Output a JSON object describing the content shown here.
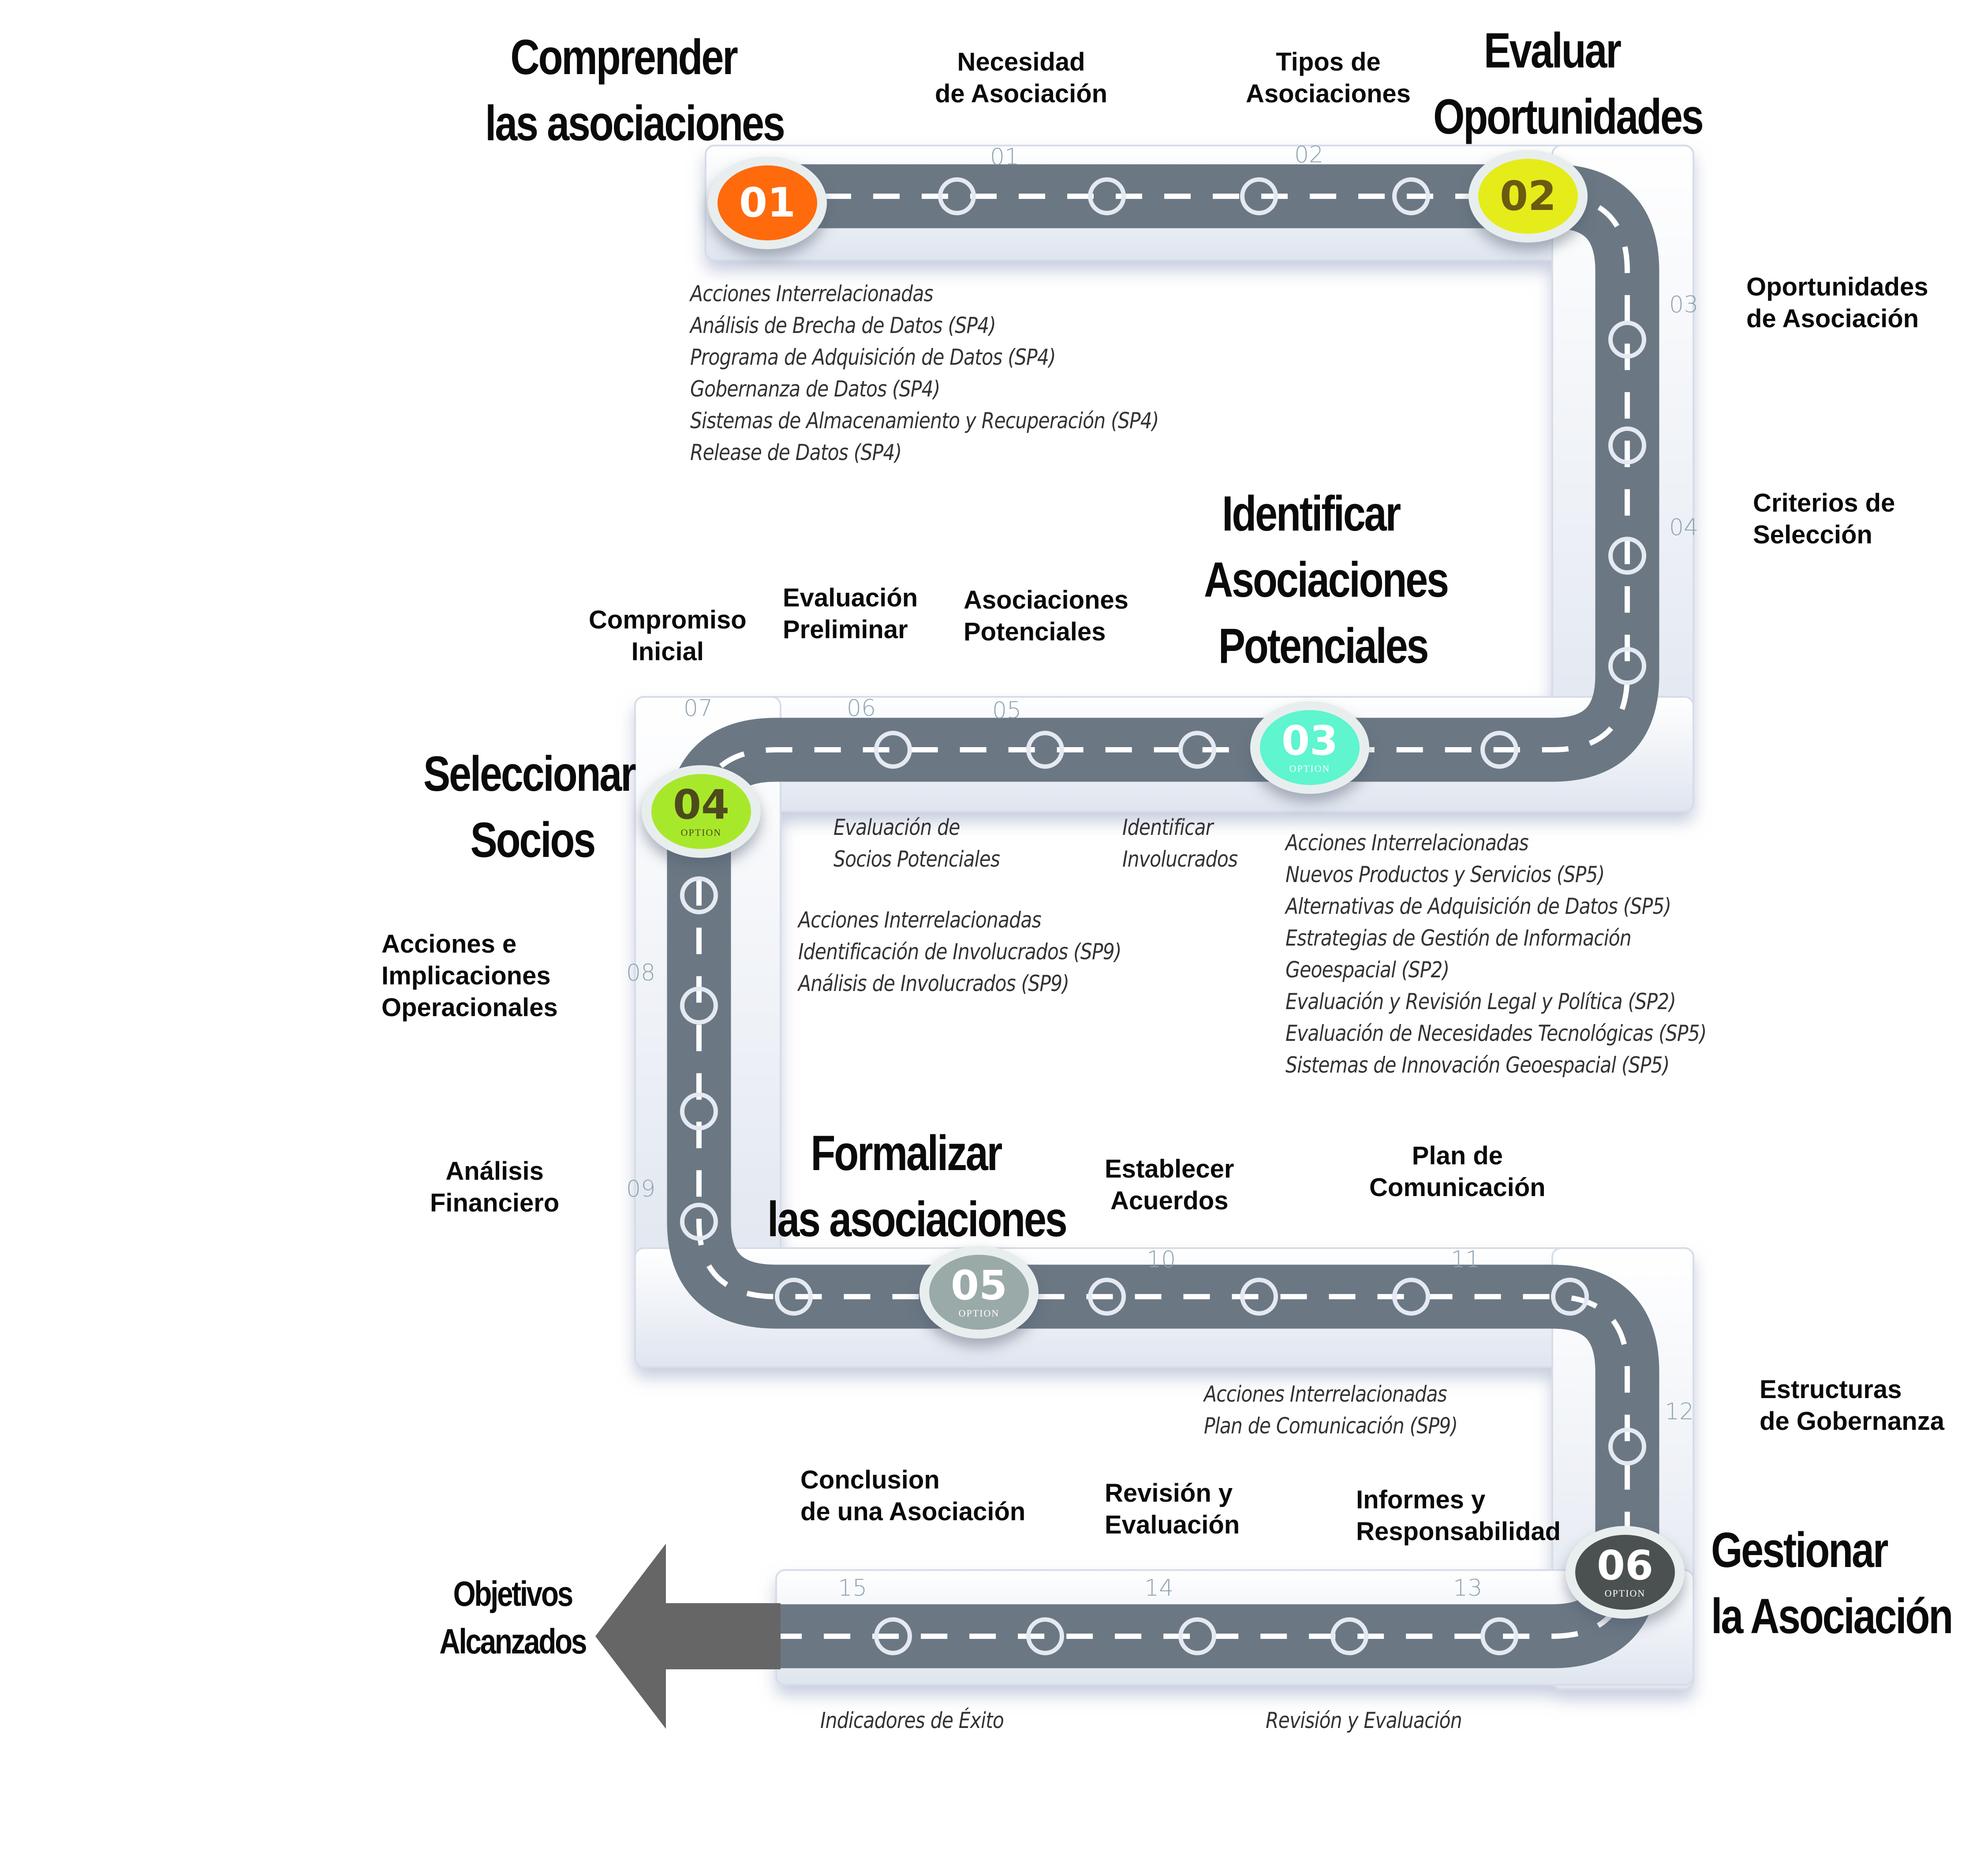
{
  "colors": {
    "road": "#6b7884",
    "road_dash": "#ffffff",
    "puzzle": "#f6f8fb",
    "puzzle_edge": "#c9d2e0",
    "arrow": "#666666",
    "badge_01": "#ff6a0d",
    "badge_02": "#e4ec1a",
    "badge_03": "#5ef5cf",
    "badge_04": "#a8e82a",
    "badge_05": "#9aaaa8",
    "badge_06": "#4a5150"
  },
  "phases": [
    {
      "number": "01",
      "option": "",
      "title": [
        "Comprender",
        "las asociaciones"
      ]
    },
    {
      "number": "02",
      "option": "",
      "title": [
        "Evaluar",
        "Oportunidades"
      ]
    },
    {
      "number": "03",
      "option": "OPTION",
      "title": [
        "Identificar",
        "Asociaciones",
        "Potenciales"
      ]
    },
    {
      "number": "04",
      "option": "OPTION",
      "title": [
        "Seleccionar",
        "Socios"
      ]
    },
    {
      "number": "05",
      "option": "OPTION",
      "title": [
        "Formalizar",
        "las asociaciones"
      ]
    },
    {
      "number": "06",
      "option": "OPTION",
      "title": [
        "Gestionar",
        "la Asociación"
      ]
    }
  ],
  "steps": [
    {
      "number": "01",
      "label": [
        "Necesidad",
        "de Asociación"
      ]
    },
    {
      "number": "02",
      "label": [
        "Tipos de",
        "Asociaciones"
      ]
    },
    {
      "number": "03",
      "label": [
        "Oportunidades",
        "de Asociación"
      ]
    },
    {
      "number": "04",
      "label": [
        "Criterios de",
        "Selección"
      ]
    },
    {
      "number": "05",
      "label": [
        "Asociaciones",
        "Potenciales"
      ]
    },
    {
      "number": "06",
      "label": [
        "Evaluación",
        "Preliminar"
      ]
    },
    {
      "number": "07",
      "label": [
        "Compromiso",
        "Inicial"
      ]
    },
    {
      "number": "08",
      "label": [
        "Acciones e",
        "Implicaciones",
        "Operacionales"
      ]
    },
    {
      "number": "09",
      "label": [
        "Análisis",
        "Financiero"
      ]
    },
    {
      "number": "10",
      "label": [
        "Establecer",
        "Acuerdos"
      ]
    },
    {
      "number": "11",
      "label": [
        "Plan de",
        "Comunicación"
      ]
    },
    {
      "number": "12",
      "label": [
        "Estructuras",
        "de Gobernanza"
      ]
    },
    {
      "number": "13",
      "label": [
        "Informes y",
        "Responsabilidad"
      ]
    },
    {
      "number": "14",
      "label": [
        "Revisión y",
        "Evaluación"
      ]
    },
    {
      "number": "15",
      "label": [
        "Conclusion",
        "de una Asociación"
      ]
    }
  ],
  "notes": {
    "phase1_actions": [
      "Acciones Interrelacionadas",
      "Análisis de Brecha de Datos (SP4)",
      "Programa de Adquisición de Datos (SP4)",
      "Gobernanza de Datos (SP4)",
      "Sistemas de Almacenamiento y Recuperación (SP4)",
      "Release de Datos (SP4)"
    ],
    "evaluacion_socios": [
      "Evaluación de",
      "Socios Potenciales"
    ],
    "identificar_involucrados": [
      "Identificar",
      "Involucrados"
    ],
    "phase3_actions": [
      "Acciones Interrelacionadas",
      "Nuevos Productos y Servicios (SP5)",
      "Alternativas de Adquisición de Datos (SP5)",
      "Estrategias de Gestión de Información",
      "Geoespacial (SP2)",
      "Evaluación y Revisión Legal y Política (SP2)",
      "Evaluación de Necesidades Tecnológicas (SP5)",
      "Sistemas de Innovación Geoespacial (SP5)"
    ],
    "phase4_actions": [
      "Acciones Interrelacionadas",
      "Identificación de Involucrados (SP9)",
      "Análisis de Involucrados (SP9)"
    ],
    "phase5_actions": [
      "Acciones Interrelacionadas",
      "Plan de Comunicación (SP9)"
    ],
    "indicadores": "Indicadores de Éxito",
    "revision": "Revisión y Evaluación"
  },
  "end_goal": [
    "Objetivos",
    "Alcanzados"
  ]
}
